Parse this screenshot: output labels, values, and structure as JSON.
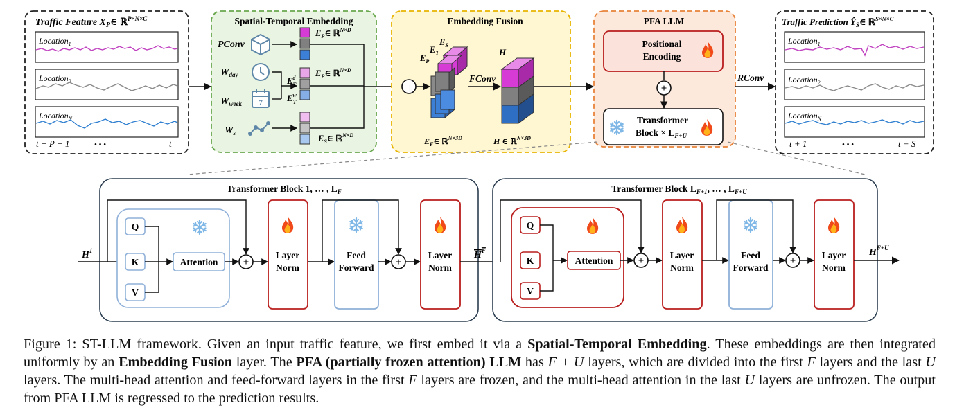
{
  "figure": {
    "traffic_feature": {
      "title": "Traffic Feature X",
      "title_sub": "P",
      "title_dim": "∈ ℝ",
      "title_dim_sup": "P×N×C",
      "loc1": "Location",
      "loc1_sub": "1",
      "loc2": "Location",
      "loc2_sub": "2",
      "locN": "Location",
      "locN_sub": "N",
      "axis_left": "t − P − 1",
      "axis_dots": "• • •",
      "axis_right": "t"
    },
    "st_embedding": {
      "title": "Spatial-Temporal Embedding",
      "pconv": "PConv",
      "wday": "W",
      "wday_sub": "day",
      "wweek": "W",
      "wweek_sub": "week",
      "ws": "W",
      "ws_sub": "s",
      "calendar_day": "7",
      "ep": "E",
      "ep_sub": "P",
      "ep_dim": "∈ ℝ",
      "ep_dim_sup": "N×D",
      "etd": "E",
      "etd_sub": "T",
      "etd_sup": "d",
      "etw": "E",
      "etw_sub": "T",
      "etw_sup": "w",
      "ep2": "E",
      "ep2_sub": "P",
      "ep2_dim": "∈ ℝ",
      "ep2_dim_sup": "N×D",
      "es": "E",
      "es_sub": "S",
      "es_dim": "∈ ℝ",
      "es_dim_sup": "N×D"
    },
    "embedding_fusion": {
      "title": "Embedding Fusion",
      "ep": "E",
      "ep_sub": "P",
      "et": "E",
      "et_sub": "T",
      "es": "E",
      "es_sub": "S",
      "concat": "||",
      "fconv": "FConv",
      "h": "H",
      "ef_label": "E",
      "ef_sub": "F",
      "ef_dim": "∈ ℝ",
      "ef_dim_sup": "N×3D",
      "h_label": "H",
      "h_dim": "∈ ℝ",
      "h_dim_sup": "N×3D"
    },
    "pfa_llm": {
      "title": "PFA LLM",
      "pos_enc_line1": "Positional",
      "pos_enc_line2": "Encoding",
      "plus": "+",
      "tb_line1": "Transformer",
      "tb_line2": "Block × L",
      "tb_sub": "F+U"
    },
    "rconv": "RConv",
    "traffic_prediction": {
      "title": "Traffic Prediction Ŷ",
      "title_sub": "S",
      "title_dim": "∈ ℝ",
      "title_dim_sup": "S×N×C",
      "loc1": "Location",
      "loc1_sub": "1",
      "loc2": "Location",
      "loc2_sub": "2",
      "locN": "Location",
      "locN_sub": "N",
      "axis_left": "t + 1",
      "axis_dots": "• • •",
      "axis_right": "t + S"
    },
    "block1": {
      "title": "Transformer Block 1, … , L",
      "title_sub": "F",
      "q": "Q",
      "k": "K",
      "v": "V",
      "attention": "Attention",
      "ln1_line1": "Layer",
      "ln1_line2": "Norm",
      "ff_line1": "Feed",
      "ff_line2": "Forward",
      "ln2_line1": "Layer",
      "ln2_line2": "Norm",
      "input": "H",
      "input_sup": "1",
      "mid": "H",
      "mid_sup": "F"
    },
    "block2": {
      "title": "Transformer Block L",
      "title_sub1": "F+1",
      "title_mid": ", … , L",
      "title_sub2": "F+U",
      "q": "Q",
      "k": "K",
      "v": "V",
      "attention": "Attention",
      "ln1_line1": "Layer",
      "ln1_line2": "Norm",
      "ff_line1": "Feed",
      "ff_line2": "Forward",
      "ln2_line1": "Layer",
      "ln2_line2": "Norm",
      "output": "H",
      "output_sup": "F+U"
    },
    "icons": {
      "frozen": "snowflake-icon",
      "trainable": "fire-icon",
      "cube": "cube-icon",
      "clock": "clock-icon",
      "calendar": "calendar-icon",
      "graph": "graph-icon"
    },
    "colors": {
      "green_frame": "#6aa84f",
      "green_fill": "#e9f4e2",
      "yellow_frame": "#e8b400",
      "yellow_fill": "#fff6d2",
      "orange_frame": "#e8833a",
      "orange_fill": "#fde9dc",
      "red": "#b91e1e",
      "blue_frame": "#8fb0d8",
      "magenta": "#d63bd6",
      "grey": "#808080",
      "blue": "#3c7fd6",
      "series_magenta": "#c041c0",
      "series_grey": "#8a8a8a",
      "series_blue": "#2f7fd0"
    }
  },
  "caption": {
    "label": "Figure 1:",
    "t1": " ST-LLM framework. Given an input traffic feature, we first embed it via a ",
    "b1": "Spatial-Temporal Embedding",
    "t2": ". These embeddings are then integrated uniformly by an ",
    "b2": "Embedding Fusion",
    "t3": " layer. The ",
    "b3": "PFA (partially frozen attention) LLM",
    "t4": " has ",
    "m1": "F + U",
    "t5": " layers, which are divided into the first ",
    "m2": "F",
    "t6": " layers and the last ",
    "m3": "U",
    "t7": " layers. The multi-head attention and feed-forward layers in the first ",
    "m4": "F",
    "t8": " layers are frozen, and the multi-head attention in the last ",
    "m5": "U",
    "t9": " layers are unfrozen. The output from PFA LLM is regressed to the prediction results."
  }
}
